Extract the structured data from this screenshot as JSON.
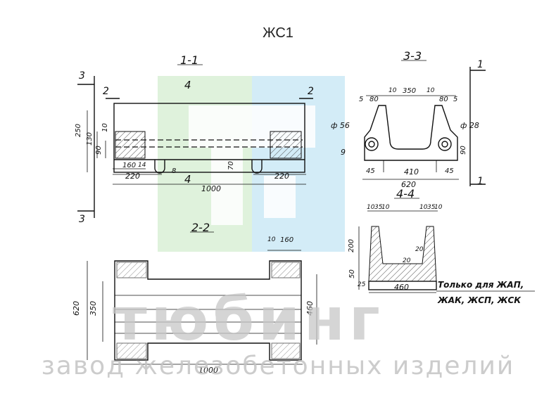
{
  "title": "ЖС1",
  "sections": {
    "s11": "1-1",
    "s22": "2-2",
    "s33": "3-3",
    "s44": "4-4",
    "m1": "1",
    "m2": "2",
    "m3": "3",
    "m4": "4"
  },
  "dims": {
    "d250": "250",
    "d130": "130",
    "d90a": "90",
    "d10a": "10",
    "d160a": "160",
    "d14": "14",
    "d220a": "220",
    "d8": "8",
    "d70": "70",
    "d220b": "220",
    "d1000a": "1000",
    "d5a": "5",
    "d80a": "80",
    "d10b": "10",
    "d350a": "350",
    "d10c": "10",
    "d80b": "80",
    "d5b": "5",
    "phi56": "ф 56",
    "phi28": "ф 28",
    "d9": "9",
    "d90b": "90",
    "d45a": "45",
    "d410": "410",
    "d45b": "45",
    "d620a": "620",
    "d10d": "10",
    "d35a": "35",
    "d10e": "10",
    "d10f": "10",
    "d35b": "35",
    "d10g": "10",
    "d200": "200",
    "d20a": "20",
    "d20b": "20",
    "d50": "50",
    "d25": "25",
    "d460a": "460",
    "d10h": "10",
    "d160b": "160",
    "d620b": "620",
    "d350b": "350",
    "d460b": "460",
    "d1000b": "1000"
  },
  "note": {
    "line1": "Только для ЖАП,",
    "line2": "ЖАК, ЖСП, ЖСК"
  },
  "watermark": {
    "brand": "тюбинг",
    "tagline": "завод железобетонных изделий",
    "color_green": "#d9f0d9",
    "color_blue": "#cfeaf6"
  }
}
